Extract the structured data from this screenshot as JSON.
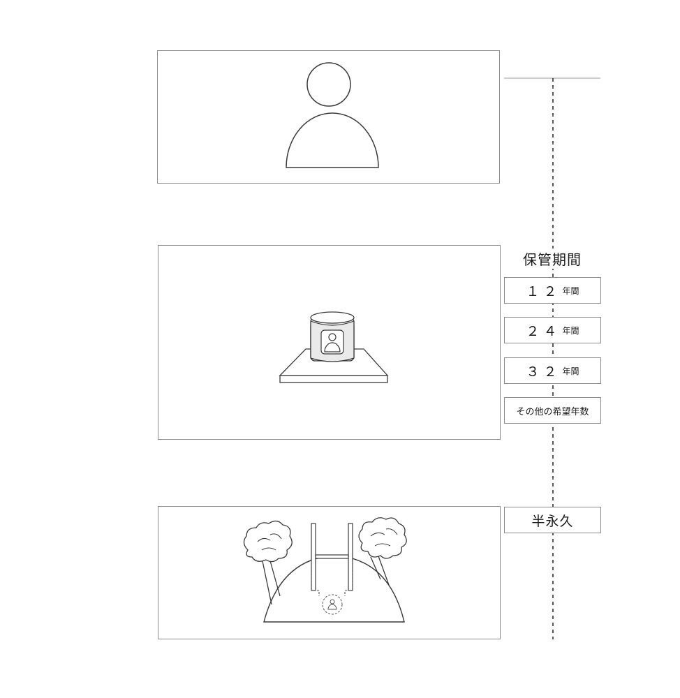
{
  "storage_period": {
    "title": "保管期間",
    "options": [
      {
        "number": "１２",
        "unit": "年間"
      },
      {
        "number": "２４",
        "unit": "年間"
      },
      {
        "number": "３２",
        "unit": "年間"
      }
    ],
    "other_label": "その他の希望年数",
    "permanent_label": "半永久"
  },
  "icons": {
    "person": "person-icon",
    "urn": "urn-icon",
    "grave": "grave-icon"
  },
  "colors": {
    "line": "#4a4a4a",
    "border": "#8c8c8c",
    "fill_light": "#efefef"
  }
}
